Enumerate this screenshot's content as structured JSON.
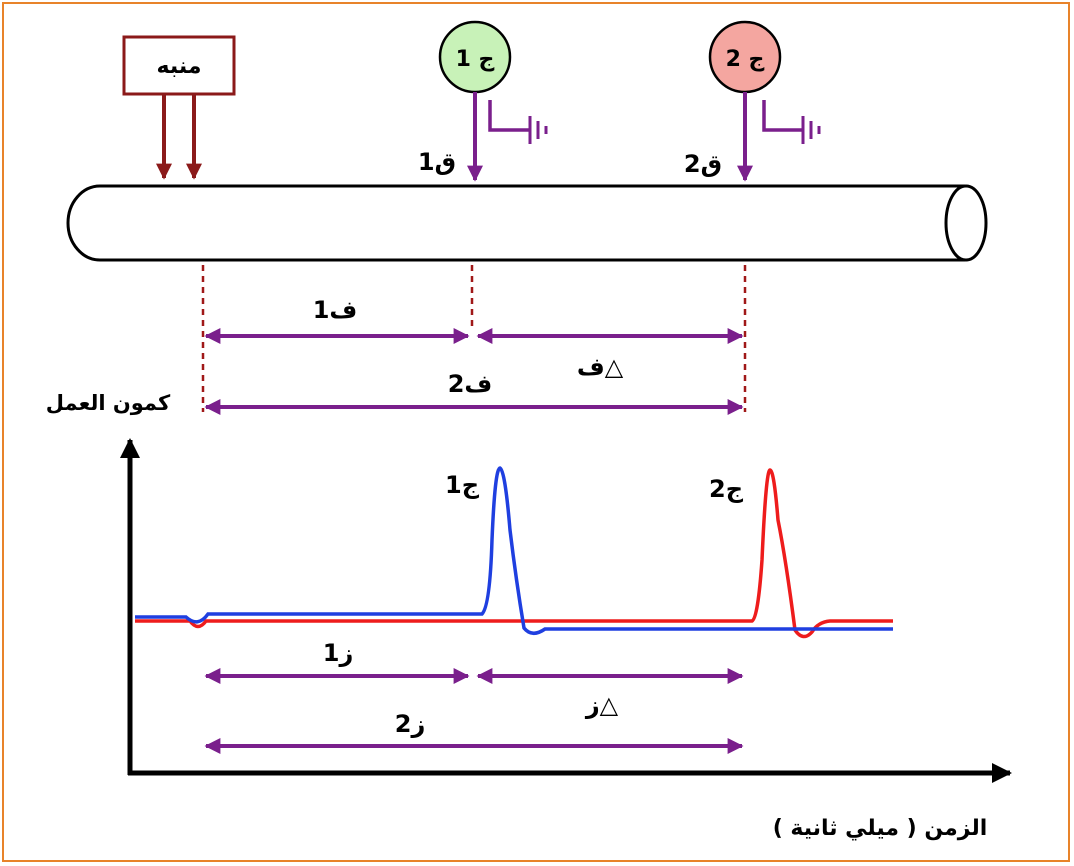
{
  "stimulator": {
    "label": "منبه"
  },
  "electrodes": [
    {
      "label": "ج 1",
      "fill": "#c8f2b8"
    },
    {
      "label": "ج 2",
      "fill": "#f4a6a0"
    }
  ],
  "electrode_tips": [
    "ق1",
    "ق2"
  ],
  "distances": {
    "f1": "ف1",
    "f2": "ف2",
    "delta_f": "△ف"
  },
  "times": {
    "z1": "ز1",
    "z2": "ز2",
    "delta_z": "△ز"
  },
  "axes": {
    "y_label": "كمون العمل",
    "x_label": "الزمن ( ميلي ثانية )"
  },
  "peaks": [
    "ج1",
    "ج2"
  ],
  "colors": {
    "frame": "#e8832a",
    "arrow_purple": "#7a1f8c",
    "stimulator": "#8b1a1a",
    "trace_blue": "#1f3fe0",
    "trace_red": "#ee1c1c",
    "dotted": "#a01818"
  }
}
